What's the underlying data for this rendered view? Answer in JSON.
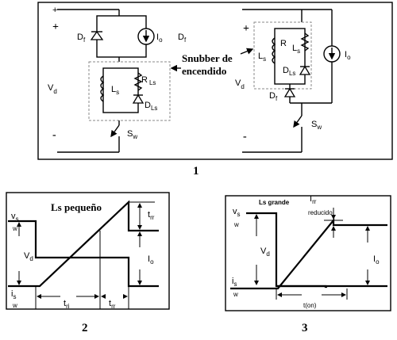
{
  "figure1": {
    "number": "1",
    "snubber_label_line1": "Snubber de",
    "snubber_label_line2": "encendido",
    "left": {
      "plus": "+",
      "minus": "-",
      "vd": "V",
      "vd_sub": "d",
      "df": "D",
      "df_sub": "f",
      "io": "I",
      "io_sub": "o",
      "df_right": "D",
      "df_right_sub": "f",
      "ls": "L",
      "ls_sub": "s",
      "r": "R",
      "r_sub": "Ls",
      "dls": "D",
      "dls_sub": "Ls",
      "sw": "S",
      "sw_sub": "w"
    },
    "right": {
      "plus": "+",
      "minus": "-",
      "vd": "V",
      "vd_sub": "d",
      "ls": "L",
      "ls_sub": "s",
      "r": "R",
      "ls2": "L",
      "ls2_sub": "s",
      "dls": "D",
      "dls_sub": "Ls",
      "df": "D",
      "df_sub": "f",
      "io": "I",
      "io_sub": "o",
      "sw": "S",
      "sw_sub": "w"
    }
  },
  "figure2": {
    "number": "2",
    "title": "Ls pequeño",
    "vs": "v",
    "vs_sub": "s",
    "w1": "w",
    "vd": "V",
    "vd_sub": "d",
    "is": "i",
    "is_sub": "s",
    "w2": "w",
    "trr": "t",
    "trr_sub": "rr",
    "io": "I",
    "io_sub": "o",
    "tri": "t",
    "tri_sub": "ri",
    "trr2": "t",
    "trr2_sub": "rr"
  },
  "figure3": {
    "number": "3",
    "title": "Ls grande",
    "irr": "I",
    "irr_sub": "rr",
    "reducido": "reducido",
    "vs": "v",
    "vs_sub": "s",
    "w1": "w",
    "vd": "V",
    "vd_sub": "d",
    "io": "I",
    "io_sub": "o",
    "is": "i",
    "is_sub": "s",
    "w2": "w",
    "ton": "t(on)"
  }
}
